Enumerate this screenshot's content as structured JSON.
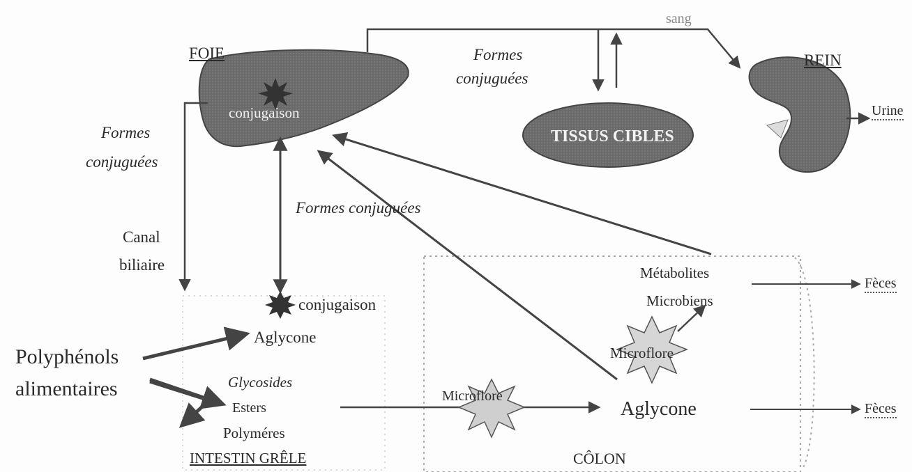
{
  "organs": {
    "foie": "FOIE",
    "rein": "REIN",
    "intestin": "INTESTIN GRÊLE",
    "colon": "CÔLON",
    "tissus": "TISSUS    CIBLES"
  },
  "flows": {
    "sang": "sang",
    "formes_conj_top_l1": "Formes",
    "formes_conj_top_l2": "conjuguées",
    "formes_conj_left_l1": "Formes",
    "formes_conj_left_l2": "conjuguées",
    "formes_conj_mid": "Formes conjuguées",
    "canal_l1": "Canal",
    "canal_l2": "biliaire",
    "urine": "Urine",
    "feces_top": "Fèces",
    "feces_bottom": "Fèces"
  },
  "processes": {
    "conjugaison_liver": "conjugaison",
    "conjugaison_intestine": "conjugaison",
    "microflore_intestine": "Microflore",
    "microflore_colon": "Microflore"
  },
  "compounds": {
    "polyphenols_l1": "Polyphénols",
    "polyphenols_l2": "alimentaires",
    "aglycone_intestine": "Aglycone",
    "glycosides": "Glycosides",
    "esters": "Esters",
    "polymeres": "Polyméres",
    "aglycone_colon": "Aglycone",
    "metabolites": "Métabolites",
    "microbiens": "Microbiens"
  }
}
